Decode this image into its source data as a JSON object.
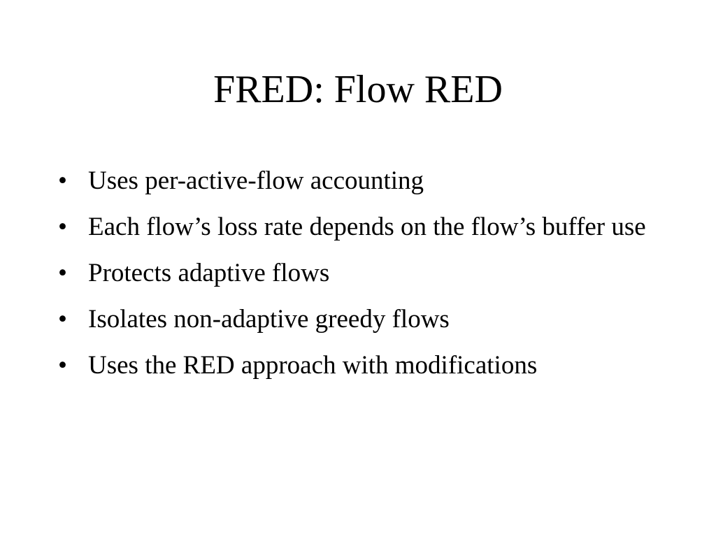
{
  "slide": {
    "title": "FRED: Flow RED",
    "bullet_marker": "•",
    "bullets": [
      "Uses per-active-flow accounting",
      "Each flow’s loss rate depends on the flow’s buffer use",
      "Protects adaptive flows",
      "Isolates non-adaptive greedy flows",
      "Uses the RED approach with modifications"
    ]
  }
}
